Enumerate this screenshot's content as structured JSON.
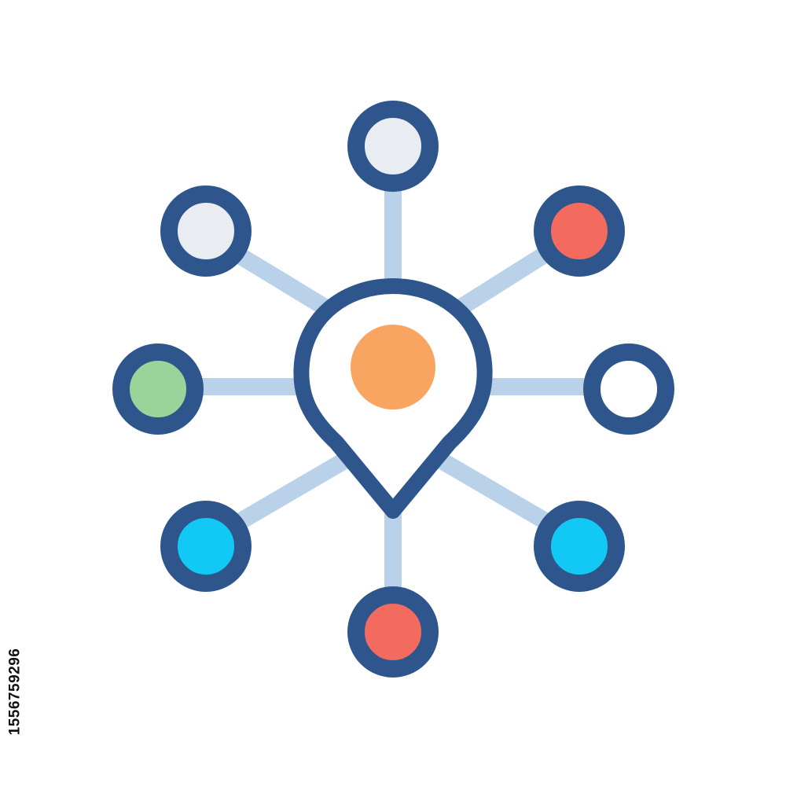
{
  "image": {
    "description_icon": "location-network-icon",
    "stock_id": "1556759296"
  },
  "colors": {
    "background": "#ffffff",
    "outline": "#2f568c",
    "connector": "#b9d2ea",
    "pin_center": "#f7a561",
    "node_light": "#e9edf2",
    "node_red": "#f26b5e",
    "node_green": "#9ad49a",
    "node_cyan": "#12c8f5",
    "node_white": "#ffffff"
  },
  "nodes": [
    {
      "id": "top",
      "color": "#e9edf2"
    },
    {
      "id": "top-left",
      "color": "#e9edf2"
    },
    {
      "id": "top-right",
      "color": "#f26b5e"
    },
    {
      "id": "left",
      "color": "#9ad49a"
    },
    {
      "id": "right",
      "color": "#ffffff"
    },
    {
      "id": "bottom-left",
      "color": "#12c8f5"
    },
    {
      "id": "bottom-right",
      "color": "#12c8f5"
    },
    {
      "id": "bottom",
      "color": "#f26b5e"
    }
  ]
}
